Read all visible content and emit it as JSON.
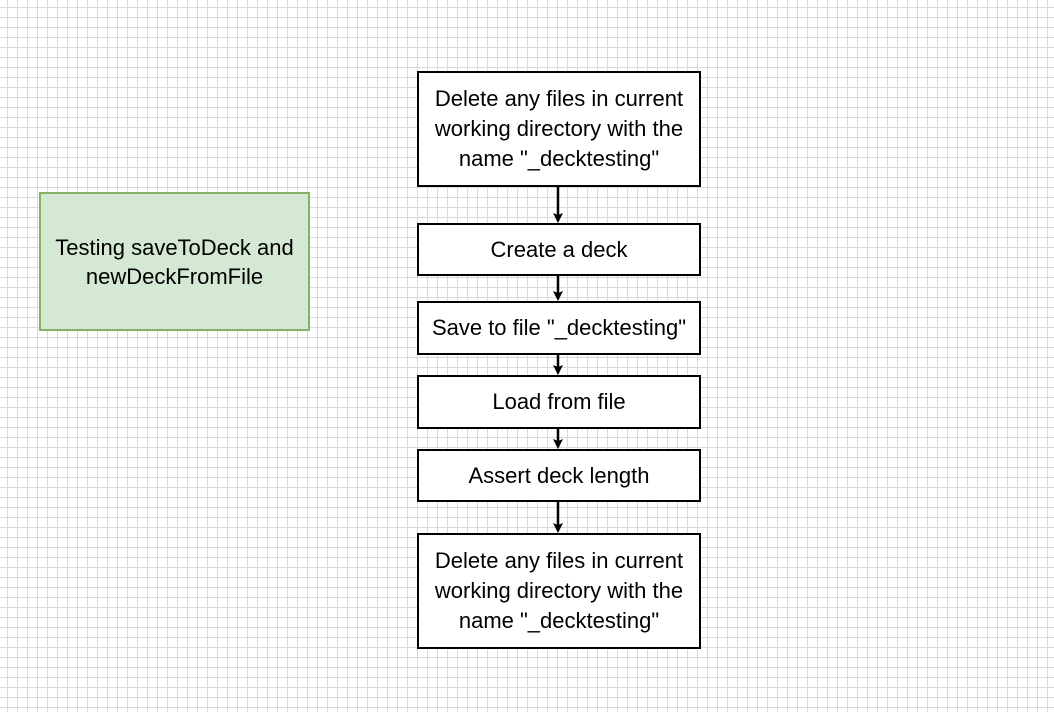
{
  "note": {
    "text": "Testing saveToDeck and newDeckFromFile"
  },
  "steps": [
    {
      "text": "Delete any files in current working directory with the name \"_decktesting\""
    },
    {
      "text": "Create a deck"
    },
    {
      "text": "Save to file \"_decktesting\""
    },
    {
      "text": "Load from file"
    },
    {
      "text": "Assert deck length"
    },
    {
      "text": "Delete any files in current working directory with the name \"_decktesting\""
    }
  ],
  "colors": {
    "note_fill": "#d5e8d4",
    "note_border": "#82b366",
    "step_fill": "#ffffff",
    "step_border": "#000000",
    "grid_line": "#d9d9d9"
  }
}
